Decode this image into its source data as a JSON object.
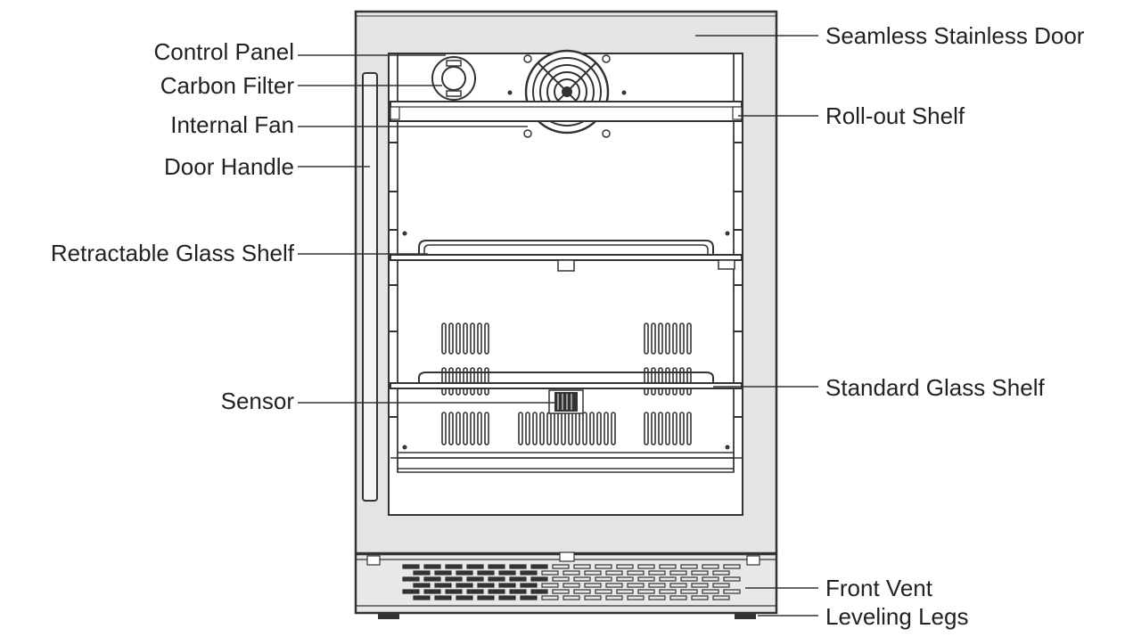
{
  "labels": {
    "control_panel": "Control Panel",
    "carbon_filter": "Carbon Filter",
    "internal_fan": "Internal Fan",
    "door_handle": "Door Handle",
    "retractable_glass_shelf": "Retractable Glass Shelf",
    "sensor": "Sensor",
    "seamless_stainless_door": "Seamless Stainless Door",
    "roll_out_shelf": "Roll-out Shelf",
    "standard_glass_shelf": "Standard Glass Shelf",
    "front_vent": "Front Vent",
    "leveling_legs": "Leveling Legs"
  },
  "colors": {
    "line": "#333333",
    "door_fill": "#e4e4e4",
    "interior": "#ffffff"
  }
}
